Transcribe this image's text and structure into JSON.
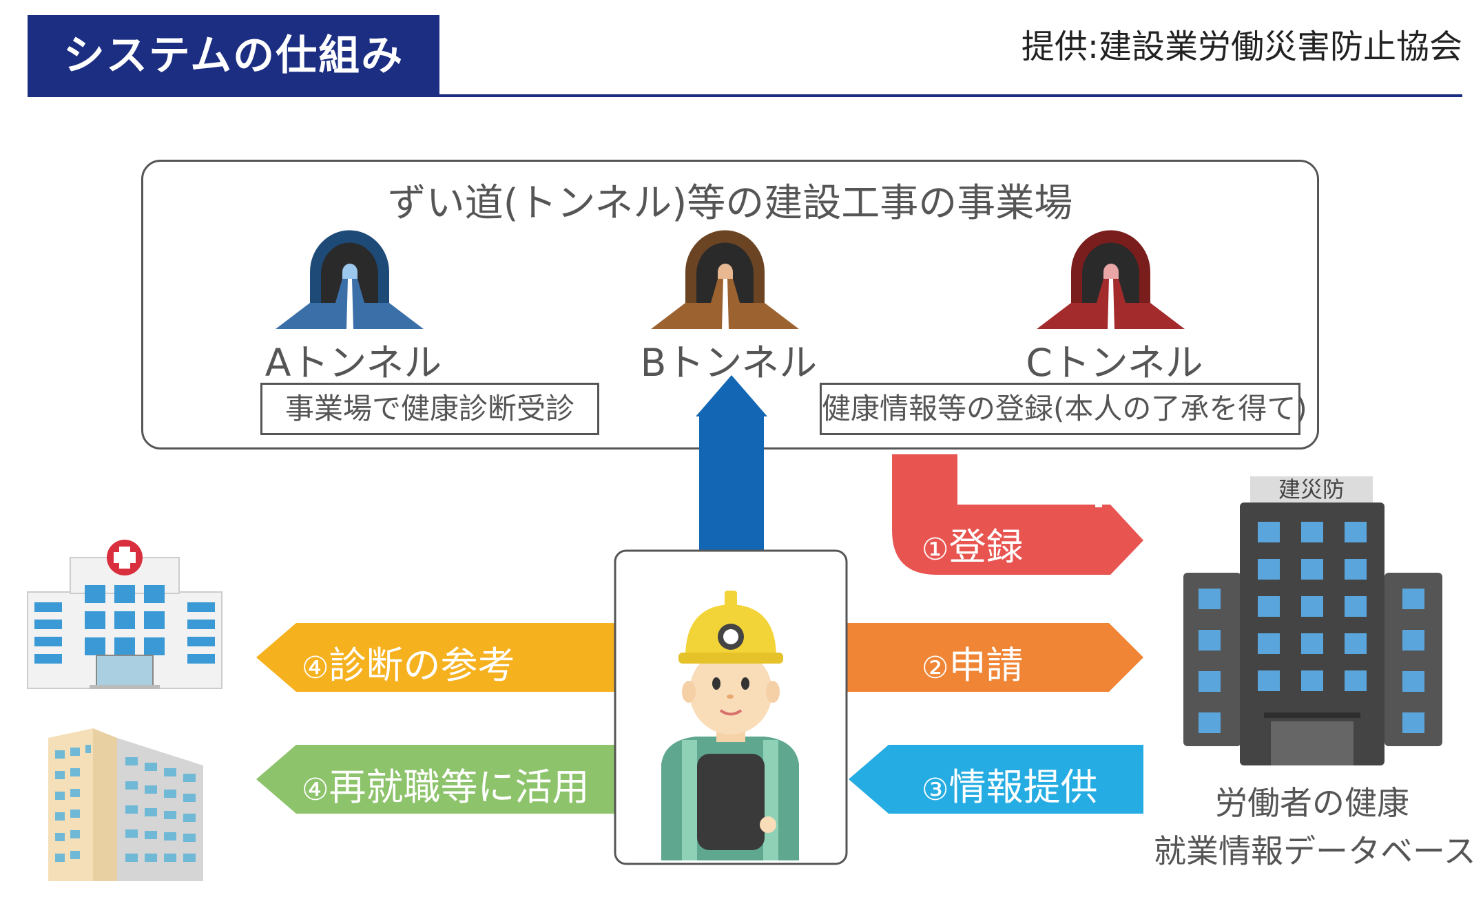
{
  "header": {
    "title": "システムの仕組み",
    "credit": "提供:建設業労働災害防止協会"
  },
  "site": {
    "title": "ずい道(トンネル)等の建設工事の事業場",
    "tunnels": [
      {
        "label": "Aトンネル",
        "color": "#3a6fa8"
      },
      {
        "label": "Bトンネル",
        "color": "#9c6230"
      },
      {
        "label": "Cトンネル",
        "color": "#a32b2b"
      }
    ],
    "box_left": "事業場で健康診断受診",
    "box_right": "健康情報等の登録(本人の了承を得て)"
  },
  "arrows": {
    "register": {
      "num": "①",
      "text": "登録",
      "color": "#e85450"
    },
    "apply": {
      "num": "②",
      "text": "申請",
      "color": "#ef8535"
    },
    "provide": {
      "num": "③",
      "text": "情報提供",
      "color": "#25ace2"
    },
    "diagnosis": {
      "num": "④",
      "text": "診断の参考",
      "color": "#f6b11f"
    },
    "reemploy": {
      "num": "④",
      "text": "再就職等に活用",
      "color": "#8dc36b"
    },
    "up_color": "#1266b3"
  },
  "database": {
    "badge": "建災防",
    "label_line1": "労働者の健康",
    "label_line2": "就業情報データベース"
  }
}
